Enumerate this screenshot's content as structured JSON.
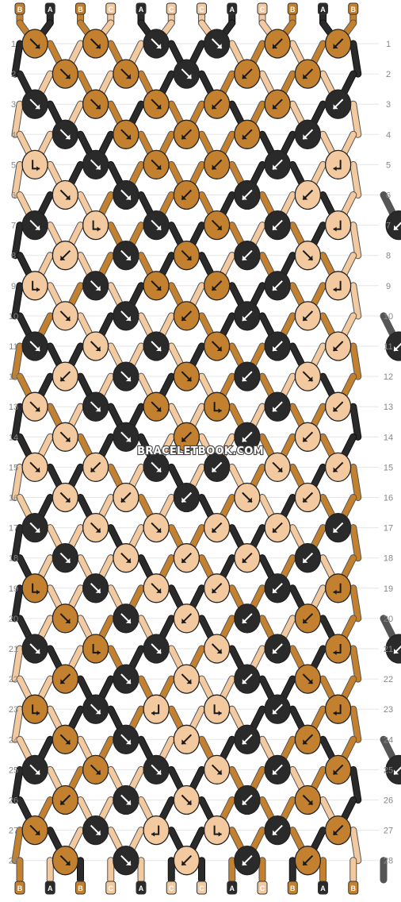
{
  "colors": {
    "A": "#2a2a2a",
    "B": "#c3812f",
    "C": "#f3c9a0"
  },
  "top_threads": [
    "B",
    "A",
    "B",
    "C",
    "A",
    "C",
    "C",
    "A",
    "C",
    "B",
    "A",
    "B"
  ],
  "bottom_threads": [
    "B",
    "A",
    "B",
    "C",
    "A",
    "C",
    "C",
    "A",
    "C",
    "B",
    "A",
    "B"
  ],
  "row_labels": [
    "1",
    "2",
    "3",
    "4",
    "5",
    "6",
    "7",
    "8",
    "9",
    "10",
    "11",
    "12",
    "13",
    "14",
    "15",
    "16",
    "17",
    "18",
    "19",
    "20",
    "21",
    "22",
    "23",
    "24",
    "25",
    "26",
    "27",
    "28"
  ],
  "watermark": "BRACELETBOOK.COM",
  "knot_rows": [
    "B>B>A>A>B<B<",
    "B>B>A>B<B<",
    "A>B>B>B<B<A<",
    "A>B>B<B<A<",
    "C≥A>B>B<A<C≤",
    "C>A>B<A<C<",
    "A>C≥A>B>A<C≤A<",
    "C<A>B>A<C>",
    "C≥A>B>B<A<C≤",
    "C>A>B<A<C<",
    "A>C>A>B>A<C<A<",
    "C<A>B>A<C>",
    "C>A>B>B≥A<C<",
    "C>A>B<A<C<",
    "C>C<A>A<C>C<",
    "C>C<A<C>C<",
    "A>C>C>C<C<A<",
    "A>C>C<C<A<",
    "B≥A>C>C<A<B≤",
    "B>A>C<A<B<",
    "A>B≥A>C>A<B≤A<",
    "B<A>C>A<B>",
    "B≥A>C≤C≥A<B≤",
    "B>A>C<A<B<",
    "A>B>A>C>A<B<A<",
    "B<A>C>A<B>",
    "B>A>C≤C≥A<B<",
    "B>A>C<A<B<"
  ]
}
